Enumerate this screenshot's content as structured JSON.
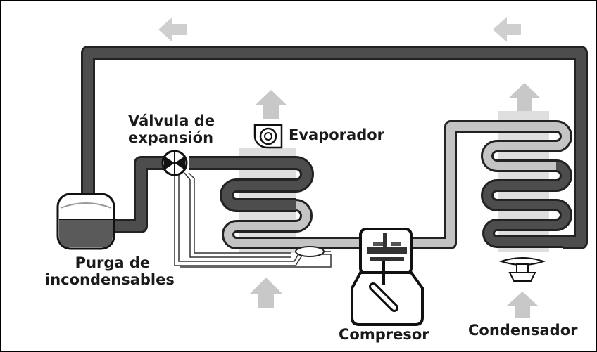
{
  "diagram": {
    "labels": {
      "expansion_valve_line1": "Válvula de",
      "expansion_valve_line2": "expansión",
      "evaporator": "Evaporador",
      "purge_line1": "Purga de",
      "purge_line2": "incondensables",
      "compressor": "Compresor",
      "condenser": "Condensador"
    },
    "colors": {
      "dark_pipe": "#4a4a4a",
      "light_pipe": "#c4c4c4",
      "coil_background": "#dcdcdc",
      "arrow": "#c8c8c8",
      "outline": "#222222"
    }
  }
}
